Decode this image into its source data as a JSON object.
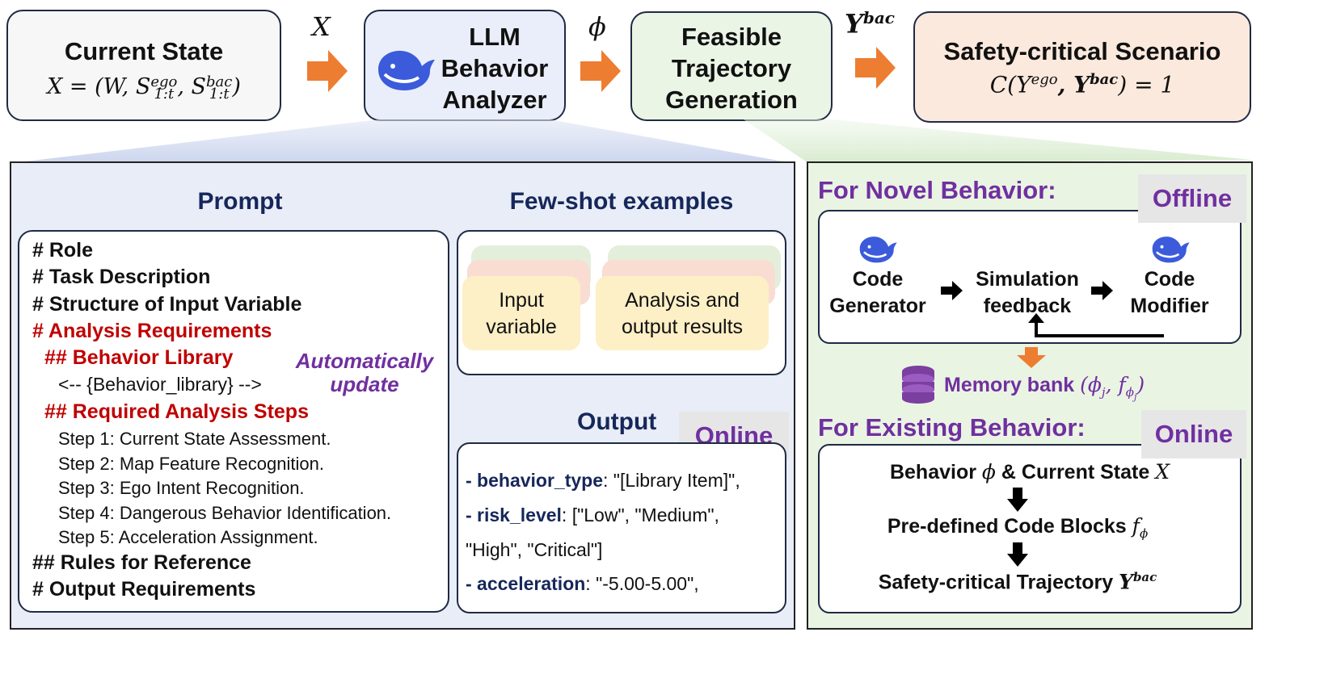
{
  "top": {
    "current_state": {
      "title": "Current State",
      "formula": "X = (W, S",
      "formula_ego_sup": "ego",
      "formula_ego_sub": "1:t",
      "formula_mid": ", S",
      "formula_bac_sup": "bac",
      "formula_bac_sub": "1:t",
      "formula_end": ")"
    },
    "arrow1_label": "X",
    "llm_analyzer": {
      "line1": "LLM",
      "line2": "Behavior",
      "line3": "Analyzer"
    },
    "arrow2_label": "ϕ",
    "trajectory": {
      "line1": "Feasible",
      "line2": "Trajectory",
      "line3": "Generation"
    },
    "arrow3_label": "Y",
    "arrow3_sup": "bac",
    "scenario": {
      "title": "Safety-critical Scenario",
      "formula_start": "C(Y",
      "formula_ego": "ego",
      "formula_mid": ", Y",
      "formula_bac": "bac",
      "formula_end": ") = 1"
    }
  },
  "prompt_panel": {
    "title": "Prompt",
    "lines": {
      "role": "# Role",
      "task": "# Task Description",
      "structure": "# Structure of Input Variable",
      "analysis": "# Analysis Requirements",
      "library": "## Behavior Library",
      "library_placeholder": "<-- {Behavior_library} -->",
      "required_steps": "## Required Analysis Steps",
      "step1": "Step 1: Current State Assessment.",
      "step2": "Step 2: Map Feature Recognition.",
      "step3": "Step 3: Ego Intent Recognition.",
      "step4": "Step 4: Dangerous Behavior Identification.",
      "step5": "Step 5: Acceleration Assignment.",
      "rules": "## Rules for Reference",
      "output_req": "# Output Requirements"
    },
    "auto_update_line1": "Automatically",
    "auto_update_line2": "update"
  },
  "few_shot": {
    "title": "Few-shot examples",
    "card1_line1": "Input",
    "card1_line2": "variable",
    "card2_line1": "Analysis and",
    "card2_line2": "output results"
  },
  "output_panel": {
    "title": "Output",
    "tag": "Online",
    "behavior_key": "- behavior_type",
    "behavior_val": ": \"[Library Item]\",",
    "risk_key": "- risk_level",
    "risk_val": ": [\"Low\", \"Medium\",",
    "risk_val2": "\"High\", \"Critical\"]",
    "accel_key": "- acceleration",
    "accel_val": ": \"-5.00-5.00\","
  },
  "right_panel": {
    "novel_title": "For Novel Behavior:",
    "novel_tag": "Offline",
    "code_gen_line1": "Code",
    "code_gen_line2": "Generator",
    "sim_line1": "Simulation",
    "sim_line2": "feedback",
    "code_mod_line1": "Code",
    "code_mod_line2": "Modifier",
    "memory_label": "Memory bank",
    "memory_formula": "(ϕ",
    "memory_formula_j": "j",
    "memory_formula_mid": ", f",
    "memory_formula_sub": "ϕ",
    "memory_formula_subj": "j",
    "memory_formula_end": ")",
    "existing_title": "For Existing Behavior:",
    "existing_tag": "Online",
    "behavior_state_text": "Behavior ",
    "behavior_state_phi": "ϕ",
    "behavior_state_mid": " & Current State ",
    "behavior_state_x": "X",
    "code_blocks_text": "Pre-defined Code Blocks ",
    "code_blocks_f": "f",
    "code_blocks_sub": "ϕ",
    "trajectory_text": "Safety-critical Trajectory ",
    "trajectory_y": "Y",
    "trajectory_sup": "bac"
  },
  "colors": {
    "accent_orange": "#ed7d31",
    "navy": "#16275a",
    "red": "#c00000",
    "purple": "#7030a0",
    "whale_blue": "#3b5bdb",
    "memory_purple": "#7b3fa0"
  }
}
